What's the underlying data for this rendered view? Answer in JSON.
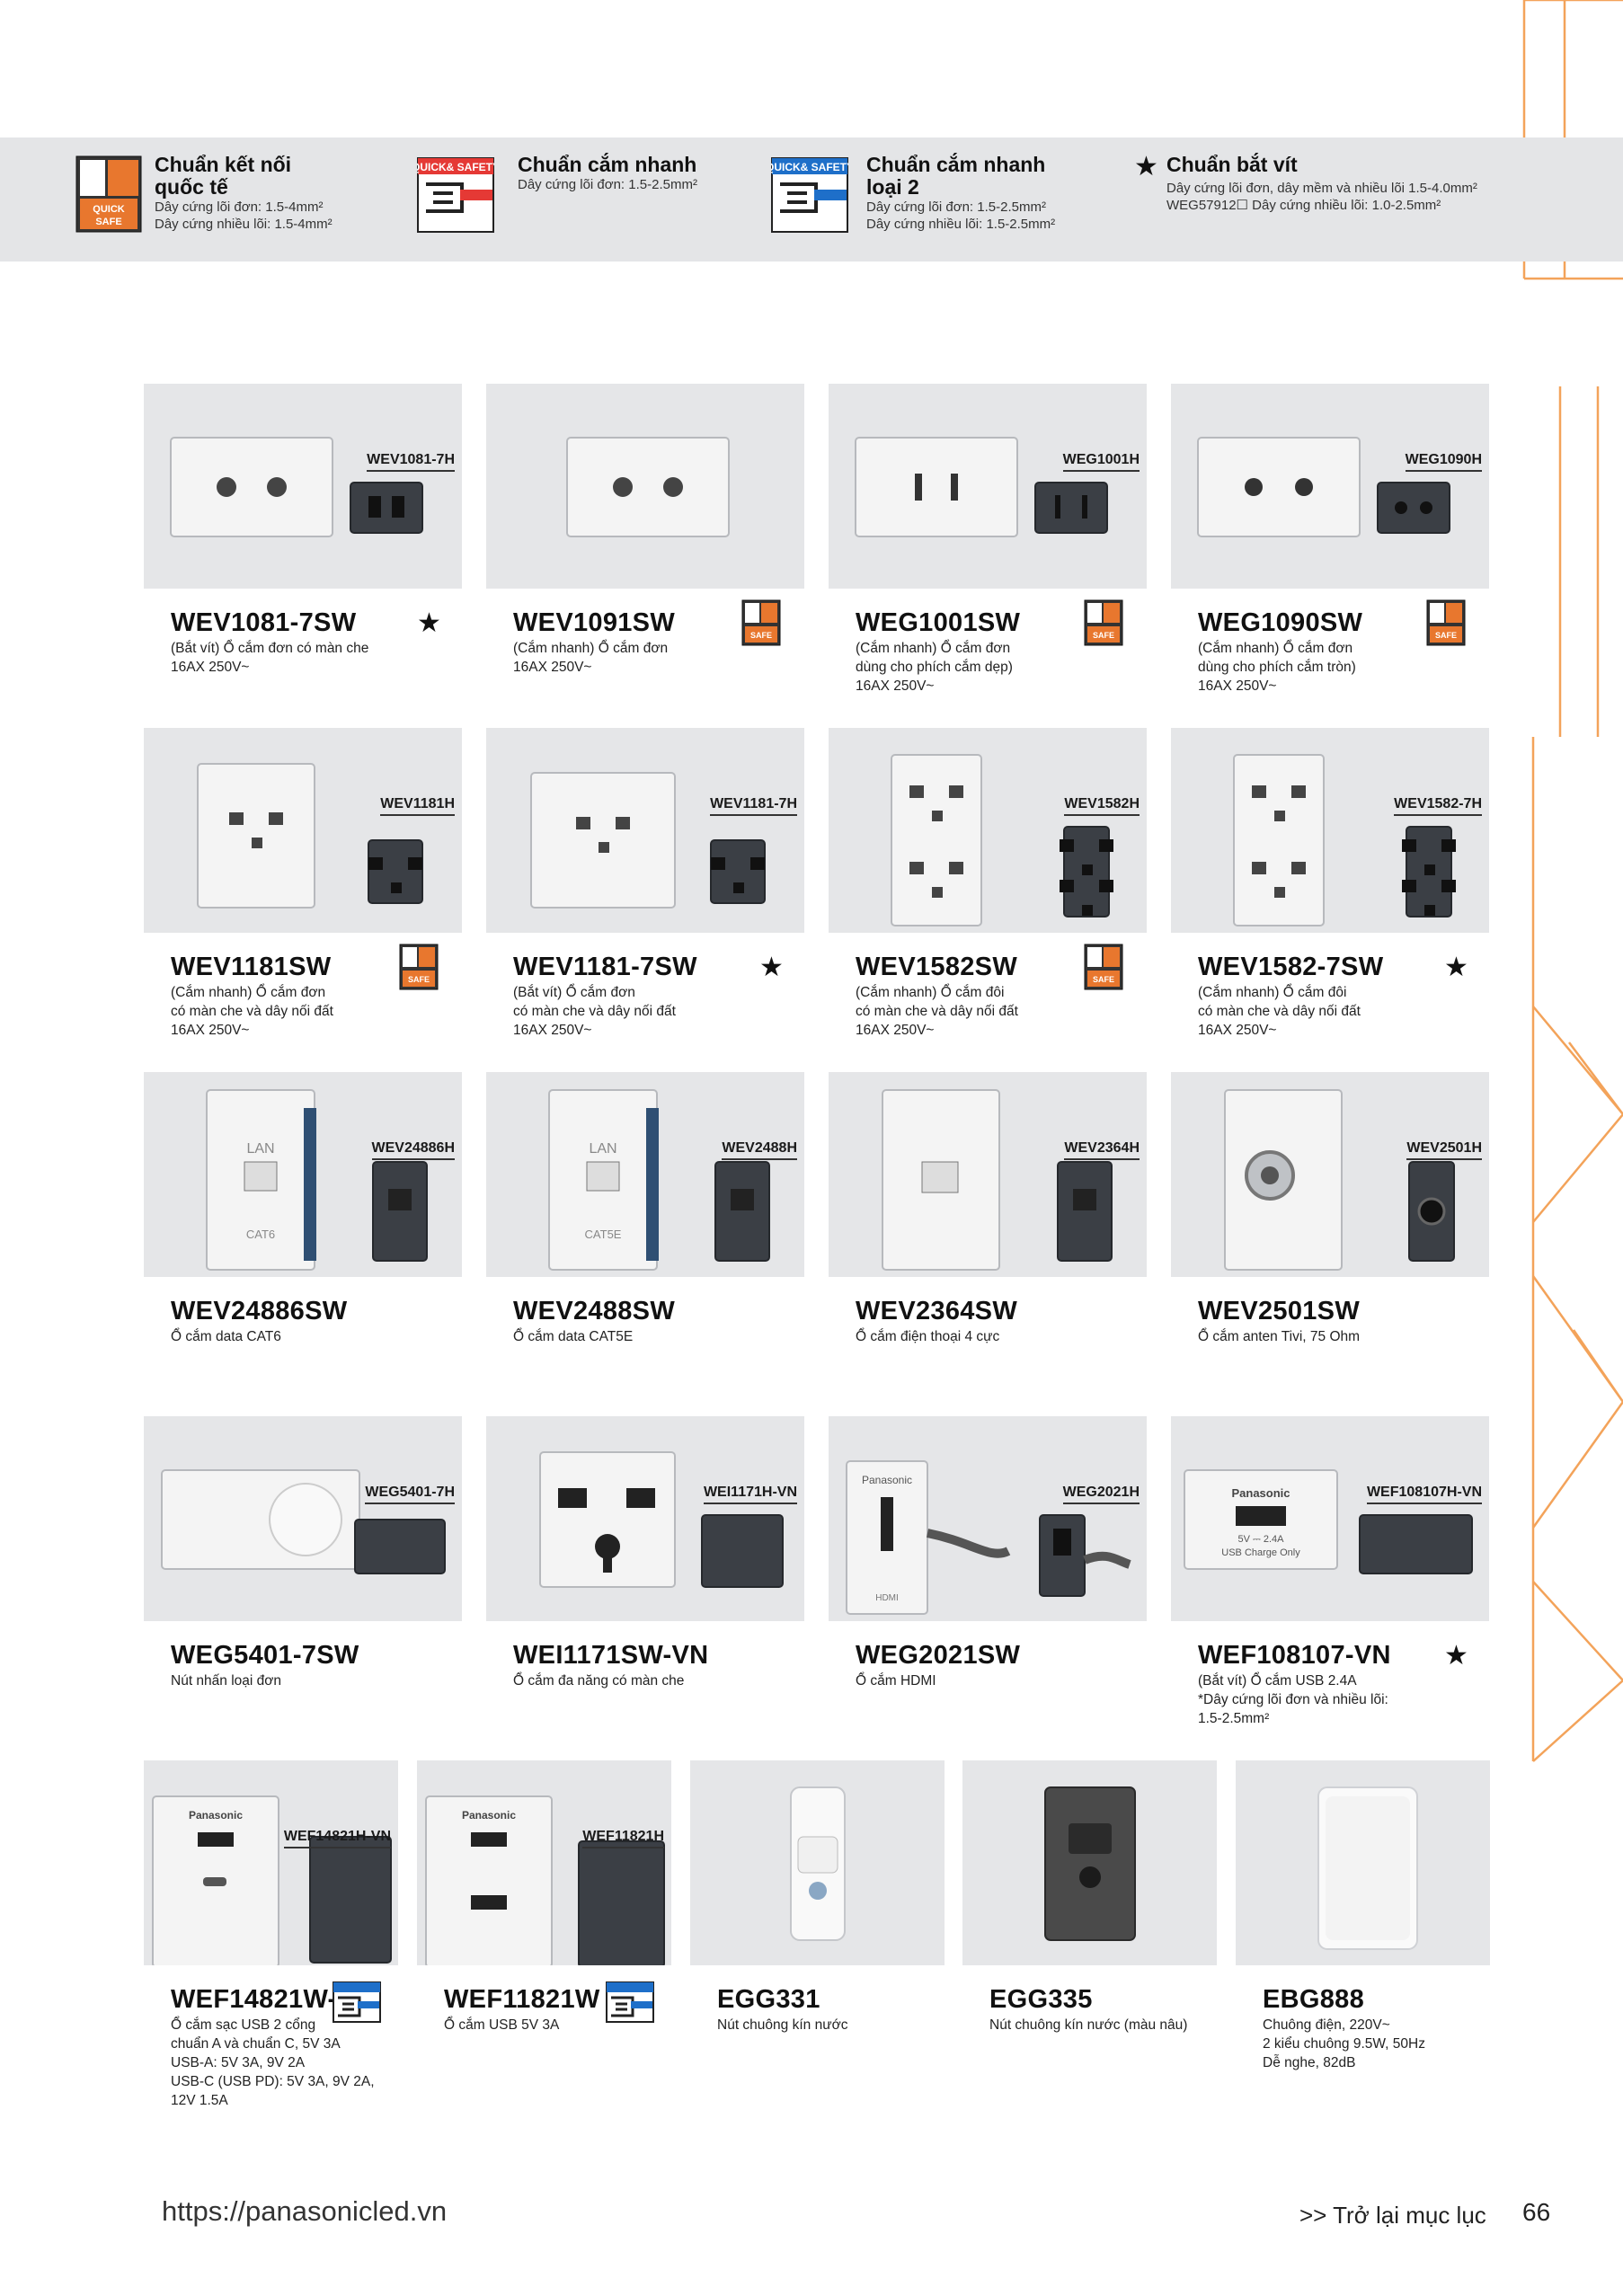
{
  "legend": [
    {
      "badge": "quick-safe-badge",
      "title_lines": [
        "Chuẩn kết nối",
        "quốc tế"
      ],
      "desc_lines": [
        "Dây cứng lõi đơn: 1.5-4mm²",
        "Dây cứng nhiều lõi: 1.5-4mm²"
      ]
    },
    {
      "badge": "quick-safety-red-badge",
      "title_lines": [
        "Chuẩn cắm nhanh"
      ],
      "desc_lines": [
        "Dây cứng lõi đơn: 1.5-2.5mm²"
      ]
    },
    {
      "badge": "quick-safety-blue-badge",
      "title_lines": [
        "Chuẩn cắm nhanh",
        "loại 2"
      ],
      "desc_lines": [
        "Dây cứng lõi đơn: 1.5-2.5mm²",
        "Dây cứng nhiều lõi: 1.5-2.5mm²"
      ]
    },
    {
      "badge": "star",
      "star": "★",
      "title_lines": [
        "Chuẩn bắt vít"
      ],
      "desc_lines": [
        "Dây cứng lõi đơn, dây mềm và nhiều lõi 1.5-4.0mm²",
        "WEG57912☐ Dây cứng nhiều lõi: 1.0-2.5mm²"
      ]
    }
  ],
  "rows": [
    [
      {
        "code": "WEV1081-7SW",
        "thumb_code": "WEV1081-7H",
        "desc_lines": [
          "(Bắt vít) Ổ cắm đơn có màn che",
          "16AX 250V~"
        ],
        "badge": "star",
        "star": "★",
        "img": "single-round"
      },
      {
        "code": "WEV1091SW",
        "thumb_code": "",
        "desc_lines": [
          "(Cắm nhanh) Ổ cắm đơn",
          "16AX 250V~"
        ],
        "badge": "qs",
        "img": "single-round-only"
      },
      {
        "code": "WEG1001SW",
        "thumb_code": "WEG1001H",
        "desc_lines": [
          "(Cắm nhanh) Ổ cắm đơn",
          "dùng cho phích cắm dẹp)",
          "16AX 250V~"
        ],
        "badge": "qs",
        "img": "single-flat"
      },
      {
        "code": "WEG1090SW",
        "thumb_code": "WEG1090H",
        "desc_lines": [
          "(Cắm nhanh) Ổ cắm đơn",
          "dùng cho phích cắm tròn)",
          "16AX 250V~"
        ],
        "badge": "qs",
        "img": "single-dot"
      }
    ],
    [
      {
        "code": "WEV1181SW",
        "thumb_code": "WEV1181H",
        "desc_lines": [
          "(Cắm nhanh) Ổ cắm đơn",
          "có màn che và dây nối đất",
          "16AX 250V~"
        ],
        "badge": "qs",
        "img": "earth-single"
      },
      {
        "code": "WEV1181-7SW",
        "thumb_code": "WEV1181-7H",
        "desc_lines": [
          "(Bắt vít) Ổ cắm đơn",
          "có màn che và dây nối đất",
          "16AX 250V~"
        ],
        "badge": "star",
        "star": "★",
        "img": "earth-single-wide"
      },
      {
        "code": "WEV1582SW",
        "thumb_code": "WEV1582H",
        "desc_lines": [
          "(Cắm nhanh) Ổ cắm đôi",
          "có màn che và dây nối đất",
          "16AX 250V~"
        ],
        "badge": "qs",
        "img": "earth-double"
      },
      {
        "code": "WEV1582-7SW",
        "thumb_code": "WEV1582-7H",
        "desc_lines": [
          "(Cắm nhanh) Ổ cắm đôi",
          "có màn che và dây nối đất",
          "16AX 250V~"
        ],
        "badge": "star",
        "star": "★",
        "img": "earth-double"
      }
    ],
    [
      {
        "code": "WEV24886SW",
        "thumb_code": "WEV24886H",
        "desc_lines": [
          "Ổ cắm data CAT6"
        ],
        "badge": "",
        "img": "lan",
        "img_text": [
          "LAN",
          "CAT6"
        ]
      },
      {
        "code": "WEV2488SW",
        "thumb_code": "WEV2488H",
        "desc_lines": [
          "Ổ cắm data CAT5E"
        ],
        "badge": "",
        "img": "lan",
        "img_text": [
          "LAN",
          "CAT5E"
        ]
      },
      {
        "code": "WEV2364SW",
        "thumb_code": "WEV2364H",
        "desc_lines": [
          "Ổ cắm điện thoại 4 cực"
        ],
        "badge": "",
        "img": "phone"
      },
      {
        "code": "WEV2501SW",
        "thumb_code": "WEV2501H",
        "desc_lines": [
          "Ổ cắm anten Tivi, 75 Ohm"
        ],
        "badge": "",
        "img": "tv"
      }
    ],
    [
      {
        "code": "WEG5401-7SW",
        "thumb_code": "WEG5401-7H",
        "desc_lines": [
          "Nút nhấn loại đơn"
        ],
        "badge": "",
        "img": "push"
      },
      {
        "code": "WEI1171SW-VN",
        "thumb_code": "WEI1171H-VN",
        "desc_lines": [
          "Ổ cắm đa năng có màn che"
        ],
        "badge": "",
        "img": "universal"
      },
      {
        "code": "WEG2021SW",
        "thumb_code": "WEG2021H",
        "desc_lines": [
          "Ổ cắm HDMI"
        ],
        "badge": "",
        "img": "hdmi",
        "img_text": [
          "Panasonic",
          "HDMI"
        ]
      },
      {
        "code": "WEF108107-VN",
        "thumb_code": "WEF108107H-VN",
        "desc_lines": [
          "(Bắt vít) Ổ cắm USB 2.4A",
          "*Dây cứng lõi đơn và nhiều lõi:",
          "1.5-2.5mm²"
        ],
        "badge": "star",
        "star": "★",
        "img": "usb-wide",
        "img_text": [
          "Panasonic",
          "5V ⎓ 2.4A",
          "USB Charge Only"
        ]
      }
    ]
  ],
  "last_row": [
    {
      "code": "WEF14821W-VN",
      "thumb_code": "WEF14821H-VN",
      "desc_lines": [
        "Ổ cắm sạc USB 2 cổng",
        "chuẩn A và chuẩn C, 5V 3A",
        "USB-A: 5V 3A, 9V 2A",
        "USB-C (USB PD): 5V 3A, 9V 2A,",
        "12V 1.5A"
      ],
      "badge": "qs2",
      "img": "usb-ac",
      "img_text": [
        "Panasonic"
      ]
    },
    {
      "code": "WEF11821W",
      "thumb_code": "WEF11821H",
      "desc_lines": [
        "Ổ cắm USB 5V 3A"
      ],
      "badge": "qs2",
      "img": "usb-dual",
      "img_text": [
        "Panasonic"
      ]
    },
    {
      "code": "EGG331",
      "thumb_code": "",
      "desc_lines": [
        "Nút chuông kín nước"
      ],
      "badge": "",
      "img": "bell-white"
    },
    {
      "code": "EGG335",
      "thumb_code": "",
      "desc_lines": [
        "Nút chuông kín nước (màu nâu)"
      ],
      "badge": "",
      "img": "bell-brown"
    },
    {
      "code": "EBG888",
      "thumb_code": "",
      "desc_lines": [
        "Chuông điện, 220V~",
        "2 kiểu chuông 9.5W, 50Hz",
        "Dễ nghe, 82dB"
      ],
      "badge": "",
      "img": "chime"
    }
  ],
  "footer": {
    "url": "https://panasonicled.vn",
    "back": ">> Trở lại mục lục",
    "page": "66"
  },
  "colors": {
    "deco": "#f3a35a",
    "card_bg": "#e5e6e8",
    "legend_bg": "#e4e5e7",
    "badge_orange": "#e8772e",
    "badge_red": "#e53935",
    "badge_blue": "#1e6fc9"
  }
}
